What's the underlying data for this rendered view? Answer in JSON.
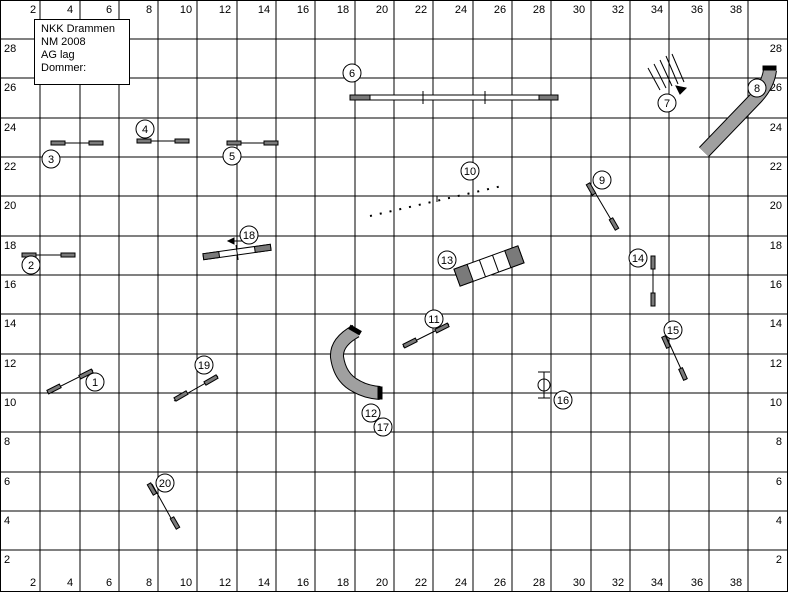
{
  "info": {
    "club": "NKK Drammen",
    "event": "NM 2008",
    "class": "AG lag",
    "judge": "Dommer:"
  },
  "axis": {
    "x_labels": [
      "2",
      "4",
      "6",
      "8",
      "10",
      "12",
      "14",
      "16",
      "18",
      "20",
      "22",
      "24",
      "26",
      "28",
      "30",
      "32",
      "34",
      "36",
      "38"
    ],
    "y_labels_left": [
      "28",
      "26",
      "24",
      "22",
      "20",
      "18",
      "16",
      "14",
      "12",
      "10",
      "8",
      "6",
      "4",
      "2"
    ],
    "y_labels_right": [
      "28",
      "26",
      "24",
      "22",
      "20",
      "18",
      "16",
      "14",
      "12",
      "10",
      "8",
      "6",
      "4",
      "2"
    ]
  },
  "obstacle_numbers": [
    "1",
    "2",
    "3",
    "4",
    "5",
    "6",
    "7",
    "8",
    "9",
    "10",
    "11",
    "12",
    "13",
    "14",
    "15",
    "16",
    "17",
    "18",
    "19",
    "20"
  ],
  "colors": {
    "grid": "#000000",
    "tunnel": "#a0a0a0",
    "plank": "#7a7a7a",
    "background": "#ffffff"
  }
}
